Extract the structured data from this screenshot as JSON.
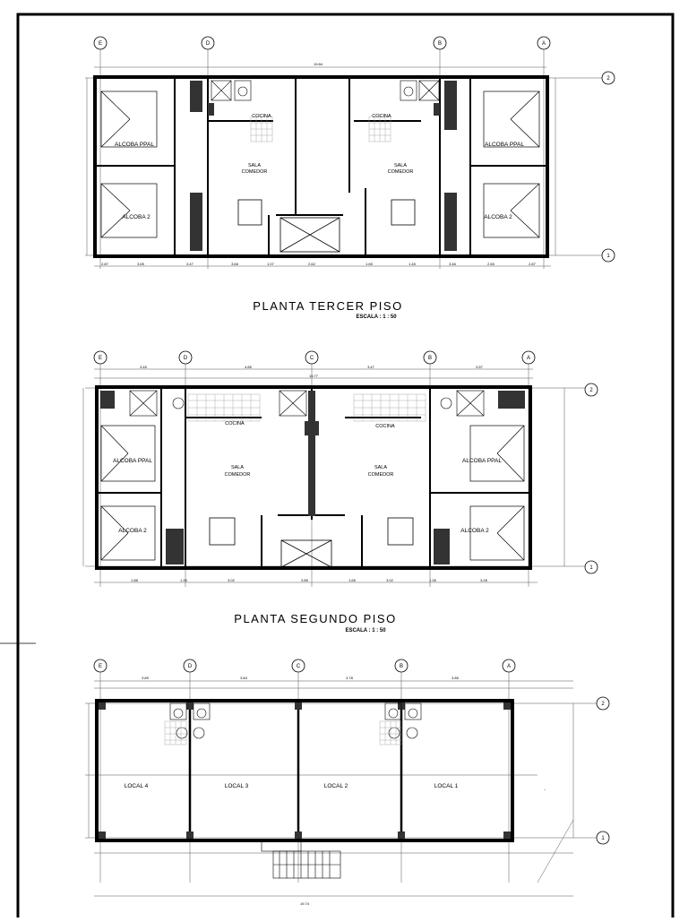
{
  "plans": [
    {
      "id": "tercer",
      "title": "PLANTA  TERCER  PISO",
      "scale": "ESCALA : 1 : 50",
      "axes_top": [
        "E",
        "D",
        "B",
        "A"
      ],
      "axes_side": [
        "2",
        "1"
      ],
      "rooms": {
        "alcoba_pral_left": "ALCOBA PPAL",
        "alcoba_2_left": "ALCOBA 2",
        "cocina_left": "COCINA",
        "sala_left_1": "SALA",
        "sala_left_2": "COMEDOR",
        "cocina_right": "COCINA",
        "sala_right_1": "SALA",
        "sala_right_2": "COMEDOR",
        "alcoba_pral_right": "ALCOBA PPAL",
        "alcoba_2_right": "ALCOBA 2"
      },
      "dims_bottom": [
        "2.87",
        "3.65",
        "3.47",
        "3.68",
        "1.07",
        "2.62",
        "1.65",
        "1.45",
        "3.46",
        "2.65",
        "2.87"
      ],
      "dim_total": "19.84"
    },
    {
      "id": "segundo",
      "title": "PLANTA  SEGUNDO  PISO",
      "scale": "ESCALA : 1 : 50",
      "axes_top": [
        "E",
        "D",
        "C",
        "B",
        "A"
      ],
      "axes_side": [
        "2",
        "1"
      ],
      "rooms": {
        "cocina_left": "COCINA",
        "sala_left_1": "SALA",
        "sala_left_2": "COMEDOR",
        "alcoba_pral_left": "ALCOBA PPAL",
        "alcoba_2_left": "ALCOBA 2",
        "cocina_right": "COCINA",
        "sala_right_1": "SALA",
        "sala_right_2": "COMEDOR",
        "alcoba_pral_right": "ALCOBA PPAL",
        "alcoba_2_right": "ALCOBA 2"
      },
      "dims_top": [
        "3.45",
        "4.85",
        "3.47",
        "3.57"
      ],
      "dim_total": "19.77",
      "dims_bottom": [
        "1.88",
        "1.26",
        "3.02",
        "3.85",
        "1.65",
        "3.02",
        "1.26",
        "3.28"
      ]
    },
    {
      "id": "primer",
      "rooms": {
        "local_4": "LOCAL 4",
        "local_3": "LOCAL 3",
        "local_2": "LOCAL 2",
        "local_1": "LOCAL 1"
      },
      "axes_top": [
        "E",
        "D",
        "C",
        "B",
        "A"
      ],
      "axes_side": [
        "2",
        "1"
      ],
      "dims_top": [
        "3.89",
        "3.84",
        "3.78",
        "3.85"
      ],
      "dim_total": "19.74"
    }
  ]
}
